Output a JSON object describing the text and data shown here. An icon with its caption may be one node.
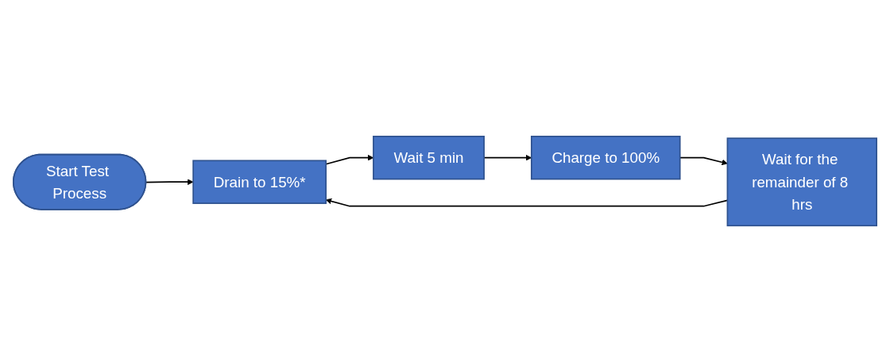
{
  "diagram": {
    "nodes": [
      {
        "text": [
          "Start Test Process"
        ]
      },
      {
        "text": [
          "Drain to 15%*"
        ]
      },
      {
        "text": [
          "Wait 5 min"
        ]
      },
      {
        "text": [
          "Charge to 100%"
        ]
      },
      {
        "text": [
          "Wait for the remainder of 8 hrs"
        ]
      }
    ],
    "edges": [
      {
        "from": 0,
        "to": 1,
        "arrow": "to"
      },
      {
        "from": 1,
        "to": 2,
        "arrow": "to"
      },
      {
        "from": 2,
        "to": 3,
        "arrow": "to"
      },
      {
        "from": 3,
        "to": 4,
        "arrow": "to"
      },
      {
        "from": 4,
        "to": 1,
        "arrow": "to"
      }
    ]
  }
}
